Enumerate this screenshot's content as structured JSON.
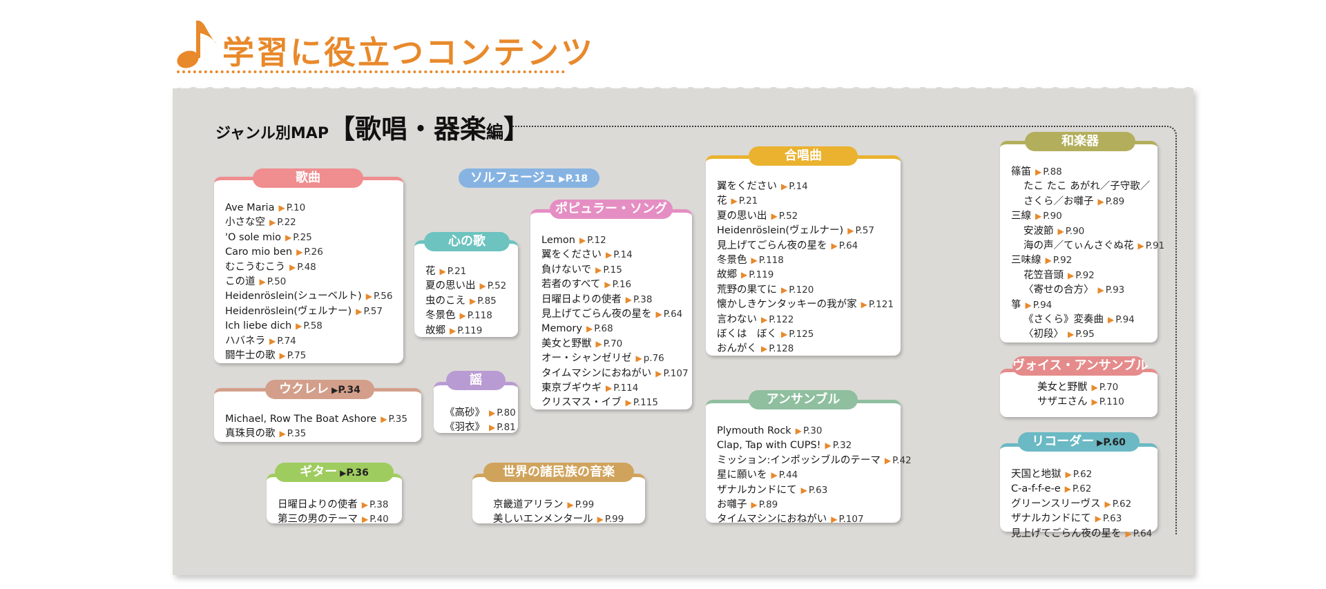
{
  "header": {
    "title": "学習に役立つコンテンツ"
  },
  "map": {
    "title_prefix": "ジャンル別MAP",
    "title_bracket_open": "【",
    "title_main": "歌唱・器楽",
    "title_suffix": "編",
    "title_bracket_close": "】"
  },
  "colors": {
    "accent": "#e8892b",
    "paper": "#dcdad6"
  },
  "arrow_glyph": "▶",
  "sections": {
    "kakyoku": {
      "title": "歌曲",
      "items": [
        {
          "name": "Ave Maria",
          "page": "P.10"
        },
        {
          "name": "小さな空",
          "page": "P.22"
        },
        {
          "name": "'O sole mio",
          "page": "P.25"
        },
        {
          "name": "Caro mio ben",
          "page": "P.26"
        },
        {
          "name": "むこうむこう",
          "page": "P.48"
        },
        {
          "name": "この道",
          "page": "P.50"
        },
        {
          "name": "Heidenröslein(シューベルト)",
          "page": "P.56"
        },
        {
          "name": "Heidenröslein(ヴェルナー)",
          "page": "P.57"
        },
        {
          "name": "Ich liebe dich",
          "page": "P.58"
        },
        {
          "name": "ハバネラ",
          "page": "P.74"
        },
        {
          "name": "闘牛士の歌",
          "page": "P.75"
        }
      ]
    },
    "solfege": {
      "title": "ソルフェージュ",
      "page": "P.18"
    },
    "kokoro": {
      "title": "心の歌",
      "items": [
        {
          "name": "花",
          "page": "P.21"
        },
        {
          "name": "夏の思い出",
          "page": "P.52"
        },
        {
          "name": "虫のこえ",
          "page": "P.85"
        },
        {
          "name": "冬景色",
          "page": "P.118"
        },
        {
          "name": "故郷",
          "page": "P.119"
        }
      ]
    },
    "popular": {
      "title": "ポピュラー・ソング",
      "items": [
        {
          "name": "Lemon",
          "page": "P.12"
        },
        {
          "name": "翼をください",
          "page": "P.14"
        },
        {
          "name": "負けないで",
          "page": "P.15"
        },
        {
          "name": "若者のすべて",
          "page": "P.16"
        },
        {
          "name": "日曜日よりの使者",
          "page": "P.38"
        },
        {
          "name": "見上げてごらん夜の星を",
          "page": "P.64"
        },
        {
          "name": "Memory",
          "page": "P.68"
        },
        {
          "name": "美女と野獣",
          "page": "P.70"
        },
        {
          "name": "オー・シャンゼリゼ",
          "page": "p.76"
        },
        {
          "name": "タイムマシンにおねがい",
          "page": "P.107"
        },
        {
          "name": "東京ブギウギ",
          "page": "P.114"
        },
        {
          "name": "クリスマス・イブ",
          "page": "P.115"
        }
      ]
    },
    "gasshou": {
      "title": "合唱曲",
      "items": [
        {
          "name": "翼をください",
          "page": "P.14"
        },
        {
          "name": "花",
          "page": "P.21"
        },
        {
          "name": "夏の思い出",
          "page": "P.52"
        },
        {
          "name": "Heidenröslein(ヴェルナー)",
          "page": "P.57"
        },
        {
          "name": "見上げてごらん夜の星を",
          "page": "P.64"
        },
        {
          "name": "冬景色",
          "page": "P.118"
        },
        {
          "name": "故郷",
          "page": "P.119"
        },
        {
          "name": "荒野の果てに",
          "page": "P.120"
        },
        {
          "name": "懐かしきケンタッキーの我が家",
          "page": "P.121"
        },
        {
          "name": "言わない",
          "page": "P.122"
        },
        {
          "name": "ぼくは　ぼく",
          "page": "P.125"
        },
        {
          "name": "おんがく",
          "page": "P.128"
        }
      ]
    },
    "wagakki": {
      "title": "和楽器",
      "items": [
        {
          "name": "篠笛",
          "page": "P.88",
          "sub": false
        },
        {
          "name": "たこ たこ あがれ／子守歌／",
          "page": "",
          "sub": true
        },
        {
          "name": "さくら／お囃子",
          "page": "P.89",
          "sub": true
        },
        {
          "name": "三線",
          "page": "P.90",
          "sub": false
        },
        {
          "name": "安波節",
          "page": "P.90",
          "sub": true
        },
        {
          "name": "海の声／てぃんさぐぬ花",
          "page": "P.91",
          "sub": true
        },
        {
          "name": "三味線",
          "page": "P.92",
          "sub": false
        },
        {
          "name": "花笠音頭",
          "page": "P.92",
          "sub": true
        },
        {
          "name": "〈寄せの合方〉",
          "page": "P.93",
          "sub": true
        },
        {
          "name": "箏",
          "page": "P.94",
          "sub": false
        },
        {
          "name": "《さくら》変奏曲",
          "page": "P.94",
          "sub": true
        },
        {
          "name": "〈初段〉",
          "page": "P.95",
          "sub": true
        }
      ]
    },
    "ukulele": {
      "title": "ウクレレ",
      "page": "P.34",
      "items": [
        {
          "name": "Michael, Row The Boat Ashore",
          "page": "P.35"
        },
        {
          "name": "真珠貝の歌",
          "page": "P.35"
        }
      ]
    },
    "utai": {
      "title": "謡",
      "items": [
        {
          "name": "《高砂》",
          "page": "P.80"
        },
        {
          "name": "《羽衣》",
          "page": "P.81"
        }
      ]
    },
    "ensemble": {
      "title": "アンサンブル",
      "items": [
        {
          "name": "Plymouth Rock",
          "page": "P.30"
        },
        {
          "name": "Clap, Tap with CUPS!",
          "page": "P.32"
        },
        {
          "name": "ミッション:インポッシブルのテーマ",
          "page": "P.42"
        },
        {
          "name": "星に願いを",
          "page": "P.44"
        },
        {
          "name": "ザナルカンドにて",
          "page": "P.63"
        },
        {
          "name": "お囃子",
          "page": "P.89"
        },
        {
          "name": "タイムマシンにおねがい",
          "page": "P.107"
        }
      ]
    },
    "voice": {
      "title": "ヴォイス・アンサンブル",
      "items": [
        {
          "name": "美女と野獣",
          "page": "P.70"
        },
        {
          "name": "サザエさん",
          "page": "P.110"
        }
      ]
    },
    "guitar": {
      "title": "ギター",
      "page": "P.36",
      "items": [
        {
          "name": "日曜日よりの使者",
          "page": "P.38"
        },
        {
          "name": "第三の男のテーマ",
          "page": "P.40"
        }
      ]
    },
    "sekai": {
      "title": "世界の諸民族の音楽",
      "items": [
        {
          "name": "京畿道アリラン",
          "page": "P.99"
        },
        {
          "name": "美しいエンメンタール",
          "page": "P.99"
        }
      ]
    },
    "recorder": {
      "title": "リコーダー",
      "page": "P.60",
      "items": [
        {
          "name": "天国と地獄",
          "page": "P.62"
        },
        {
          "name": "C-a-f-f-e-e",
          "page": "P.62"
        },
        {
          "name": "グリーンスリーヴス",
          "page": "P.62"
        },
        {
          "name": "ザナルカンドにて",
          "page": "P.63"
        },
        {
          "name": "見上げてごらん夜の星を",
          "page": "P.64"
        }
      ]
    }
  }
}
